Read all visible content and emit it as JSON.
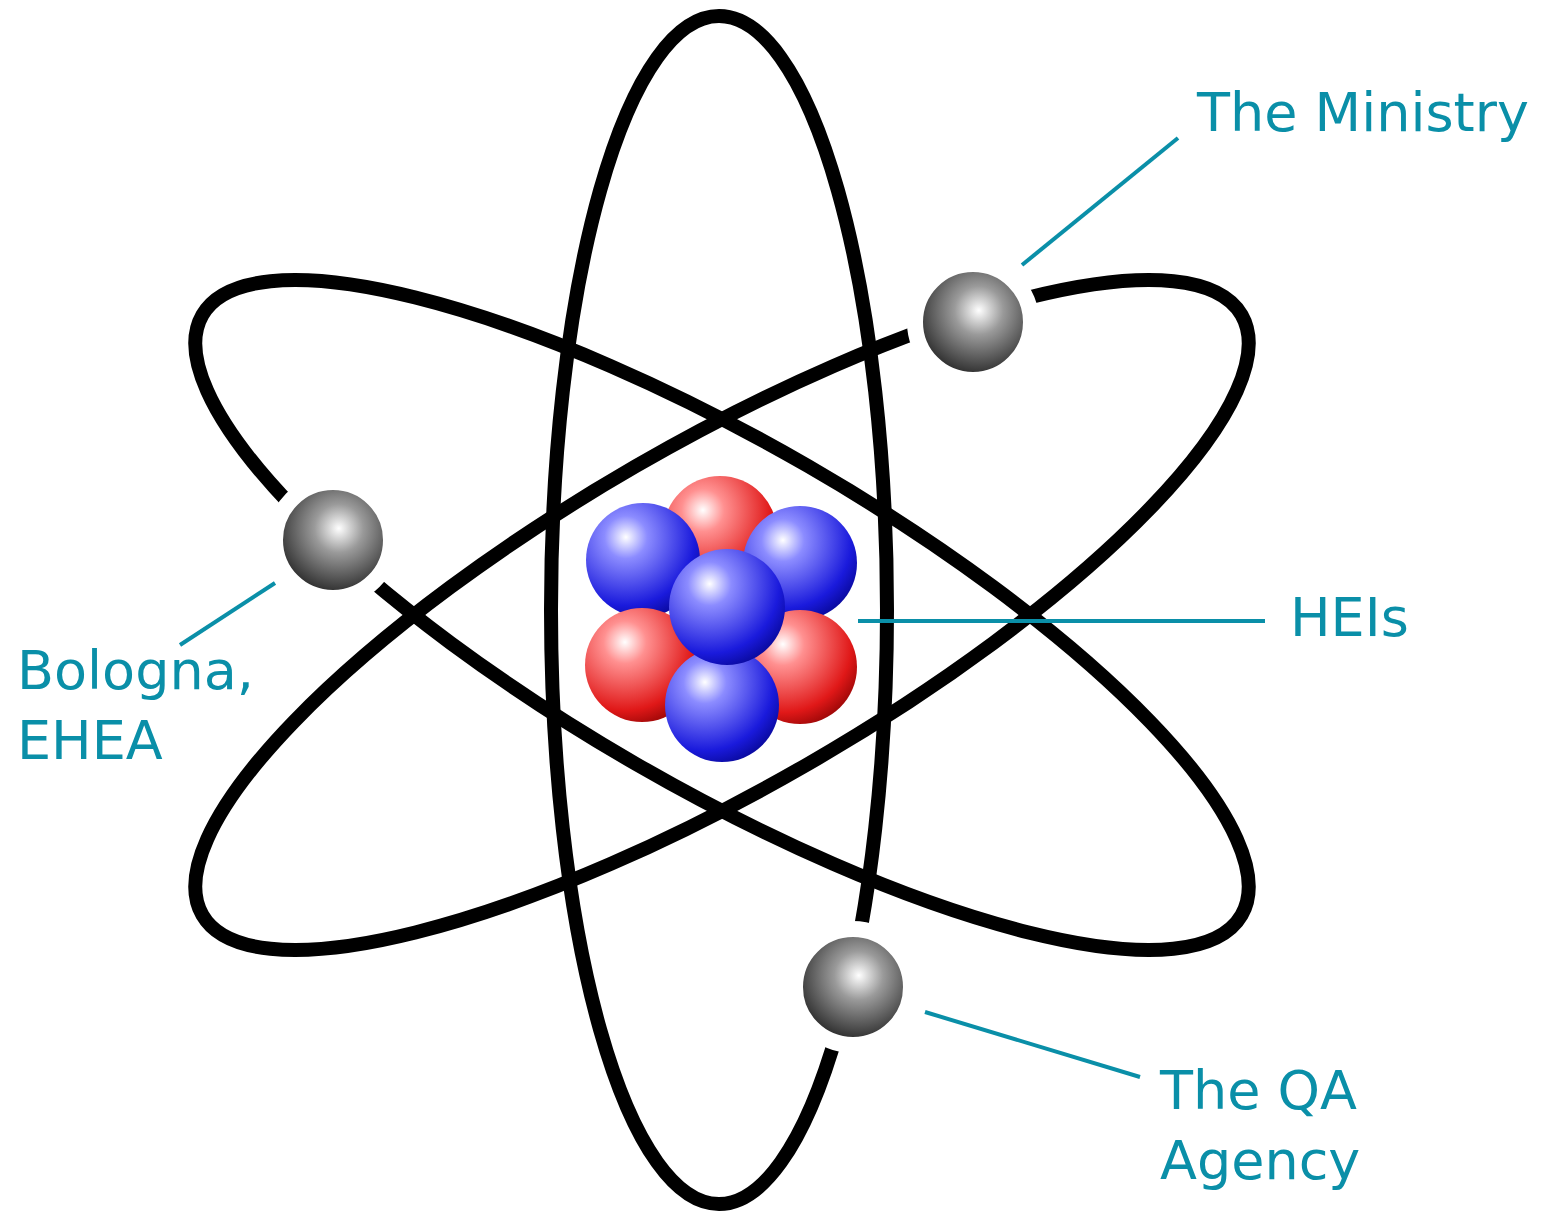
{
  "diagram": {
    "labels": [
      "The Ministry",
      "HEIs",
      "Bologna, EHEA",
      "The QA Agency"
    ]
  }
}
